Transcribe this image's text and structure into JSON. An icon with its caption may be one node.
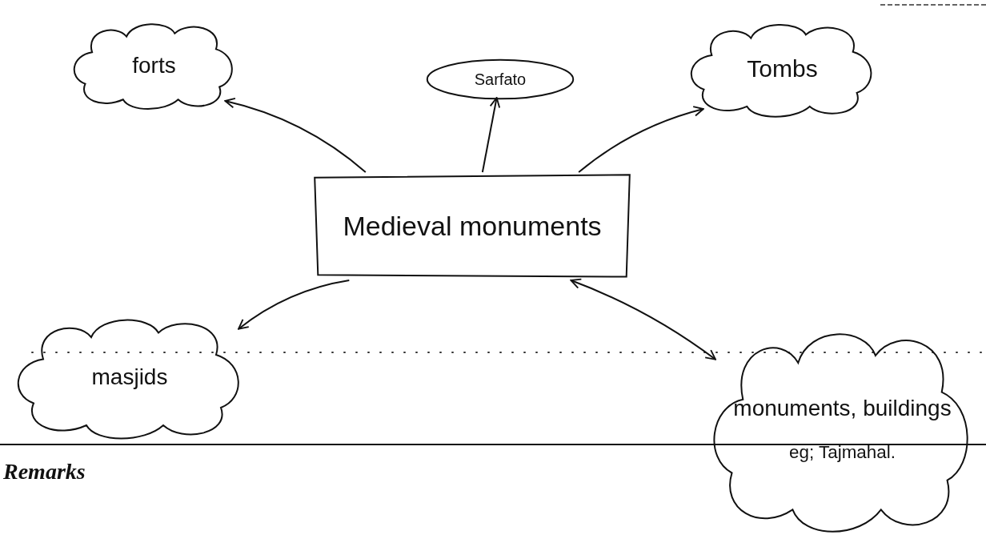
{
  "diagram": {
    "nodes": [
      {
        "text": [
          "Medieval monuments"
        ]
      },
      {
        "text": [
          "forts"
        ]
      },
      {
        "text": [
          "Sarfato"
        ]
      },
      {
        "text": [
          "Tombs"
        ]
      },
      {
        "text": [
          "masjids"
        ]
      },
      {
        "text": [
          "monuments, buildings",
          "eg; Tajmahal."
        ]
      }
    ],
    "edges": [
      {
        "from": 0,
        "to": 1,
        "arrow": "to"
      },
      {
        "from": 0,
        "to": 2,
        "arrow": "to"
      },
      {
        "from": 0,
        "to": 3,
        "arrow": "to"
      },
      {
        "from": 0,
        "to": 4,
        "arrow": "to"
      },
      {
        "from": 0,
        "to": 5,
        "arrow": "both"
      }
    ],
    "labels": [
      "Remarks"
    ]
  }
}
